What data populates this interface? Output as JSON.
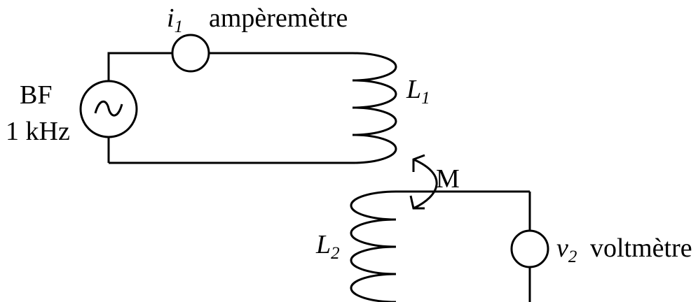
{
  "generator": {
    "label_line1": "BF",
    "label_line2": "1 kHz",
    "symbol": "sine-wave-icon"
  },
  "ammeter": {
    "variable": "i",
    "subscript": "1",
    "label": "ampèremètre"
  },
  "primary_coil": {
    "symbol": "L",
    "subscript": "1"
  },
  "mutual": {
    "label": "M",
    "symbol": "double-arrow-icon"
  },
  "secondary_coil": {
    "symbol": "L",
    "subscript": "2"
  },
  "voltmeter": {
    "variable": "v",
    "subscript": "2",
    "label": "voltmètre"
  }
}
